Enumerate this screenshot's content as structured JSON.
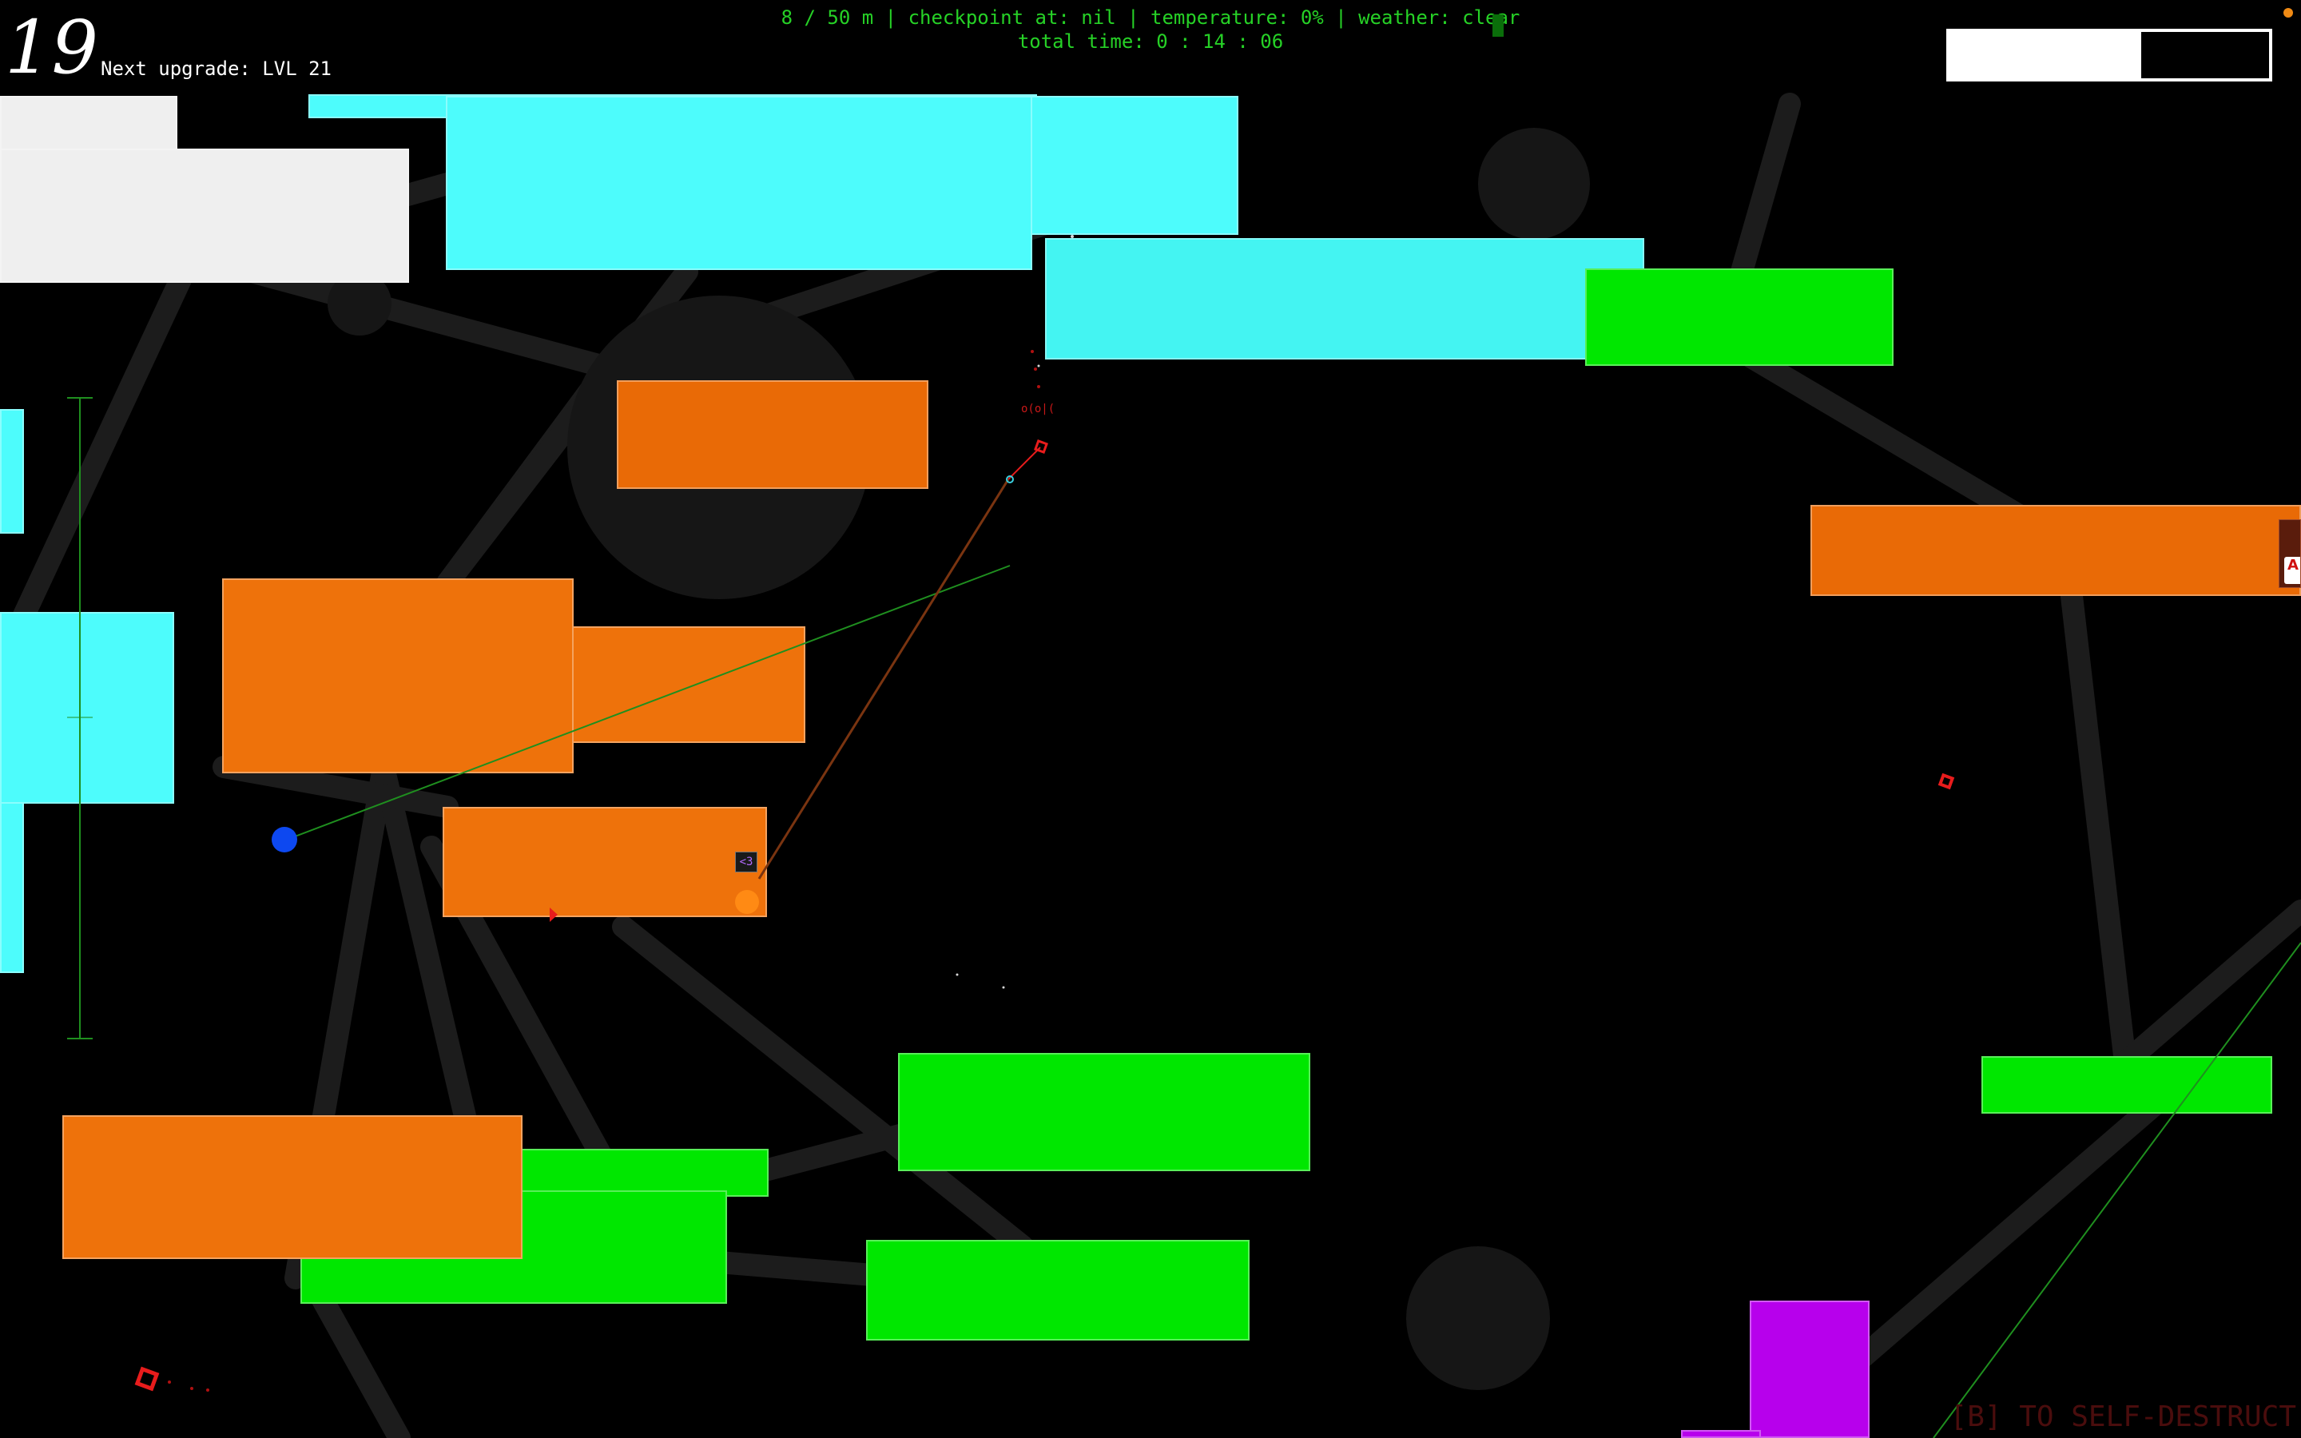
{
  "hud": {
    "level": "19",
    "next_upgrade": "Next upgrade: LVL 21",
    "status_line": "8 / 50 m | checkpoint at: nil | temperature: 0% | weather: clear",
    "time_line": "total time: 0 : 14 : 06",
    "progress_fraction": 0.6,
    "self_destruct_hint": "[B] TO SELF-DESTRUCT"
  },
  "entities": {
    "heart_label": "<3",
    "red_glyph": "o(o|(",
    "card_letter": "A"
  },
  "colors": {
    "cyan": "#4dfcfc",
    "orange": "#ee720b",
    "green": "#00e700",
    "purple": "#b700ec",
    "white_block": "#efefef",
    "hud_green": "#26d126",
    "enemy_red": "#e81c1c",
    "player_blue": "#0d48f0"
  },
  "icons": [
    "player-orb-icon",
    "enemy-square-icon",
    "triangle-marker-icon",
    "card-icon"
  ]
}
